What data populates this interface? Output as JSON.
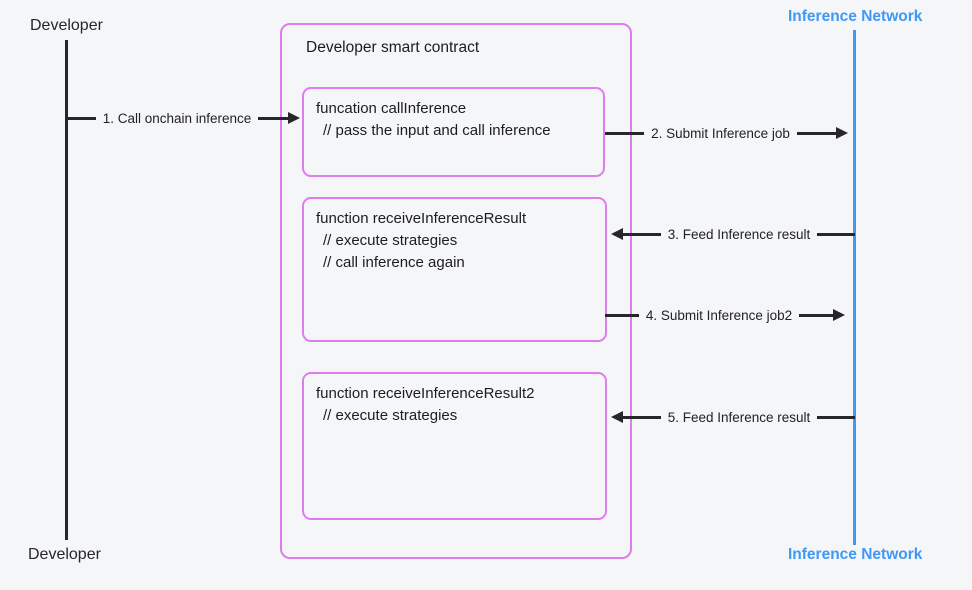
{
  "lanes": {
    "developer": {
      "top_label": "Developer",
      "bottom_label": "Developer"
    },
    "inference_network": {
      "top_label": "Inference Network",
      "bottom_label": "Inference Network"
    }
  },
  "contract": {
    "title": "Developer smart contract",
    "functions": [
      {
        "signature": "funcation callInference",
        "comments": [
          "// pass the input and call inference"
        ]
      },
      {
        "signature": "function receiveInferenceResult",
        "comments": [
          "// execute strategies",
          "// call inference again"
        ]
      },
      {
        "signature": "function receiveInferenceResult2",
        "comments": [
          "// execute strategies"
        ]
      }
    ]
  },
  "arrows": [
    {
      "label": "1. Call onchain inference",
      "direction": "right"
    },
    {
      "label": "2. Submit Inference job",
      "direction": "right"
    },
    {
      "label": "3. Feed Inference result",
      "direction": "left"
    },
    {
      "label": "4. Submit Inference job2",
      "direction": "right"
    },
    {
      "label": "5. Feed Inference result",
      "direction": "left"
    }
  ],
  "colors": {
    "background": "#f5f6f8",
    "contract_border_pink": "#e07bf0",
    "inference_network_blue": "#3f97f6",
    "line_black": "#26262b"
  }
}
